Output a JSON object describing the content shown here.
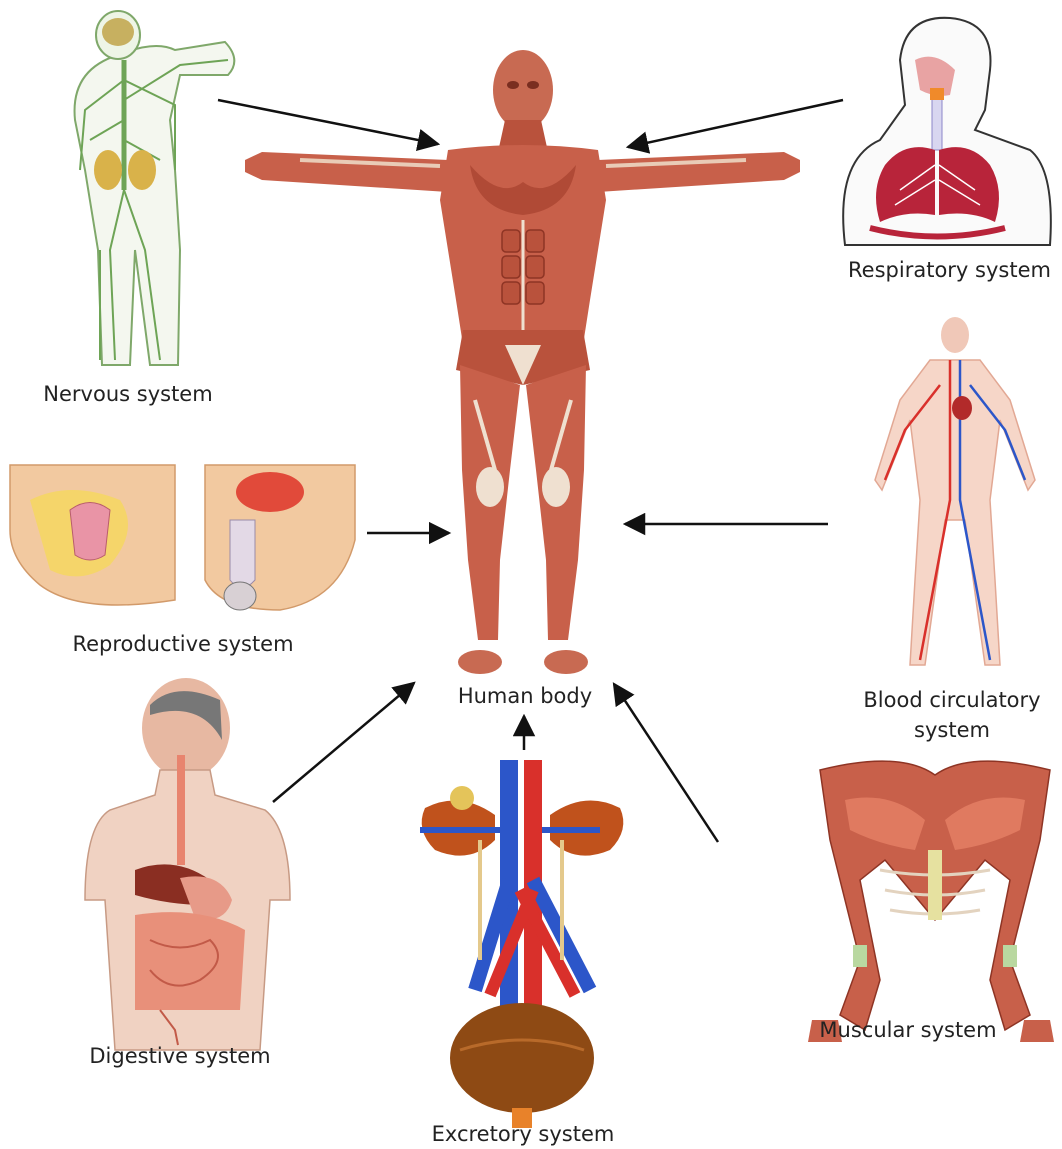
{
  "diagram": {
    "center": {
      "label": "Human body"
    },
    "systems": [
      {
        "id": "nervous",
        "label": "Nervous system"
      },
      {
        "id": "respiratory",
        "label": "Respiratory system"
      },
      {
        "id": "reproductive",
        "label": "Reproductive system"
      },
      {
        "id": "circulatory",
        "label": "Blood circulatory system"
      },
      {
        "id": "digestive",
        "label": "Digestive system"
      },
      {
        "id": "excretory",
        "label": "Excretory system"
      },
      {
        "id": "muscular",
        "label": "Muscular system"
      }
    ],
    "colors": {
      "muscle": "#c8604a",
      "muscle_dark": "#8e3424",
      "tendon": "#efe0d0",
      "nerve": "#6ea456",
      "skin": "#f1ddd0",
      "artery": "#d9302b",
      "vein": "#2c56c9",
      "lung": "#b8243a",
      "arrow": "#111111"
    }
  }
}
